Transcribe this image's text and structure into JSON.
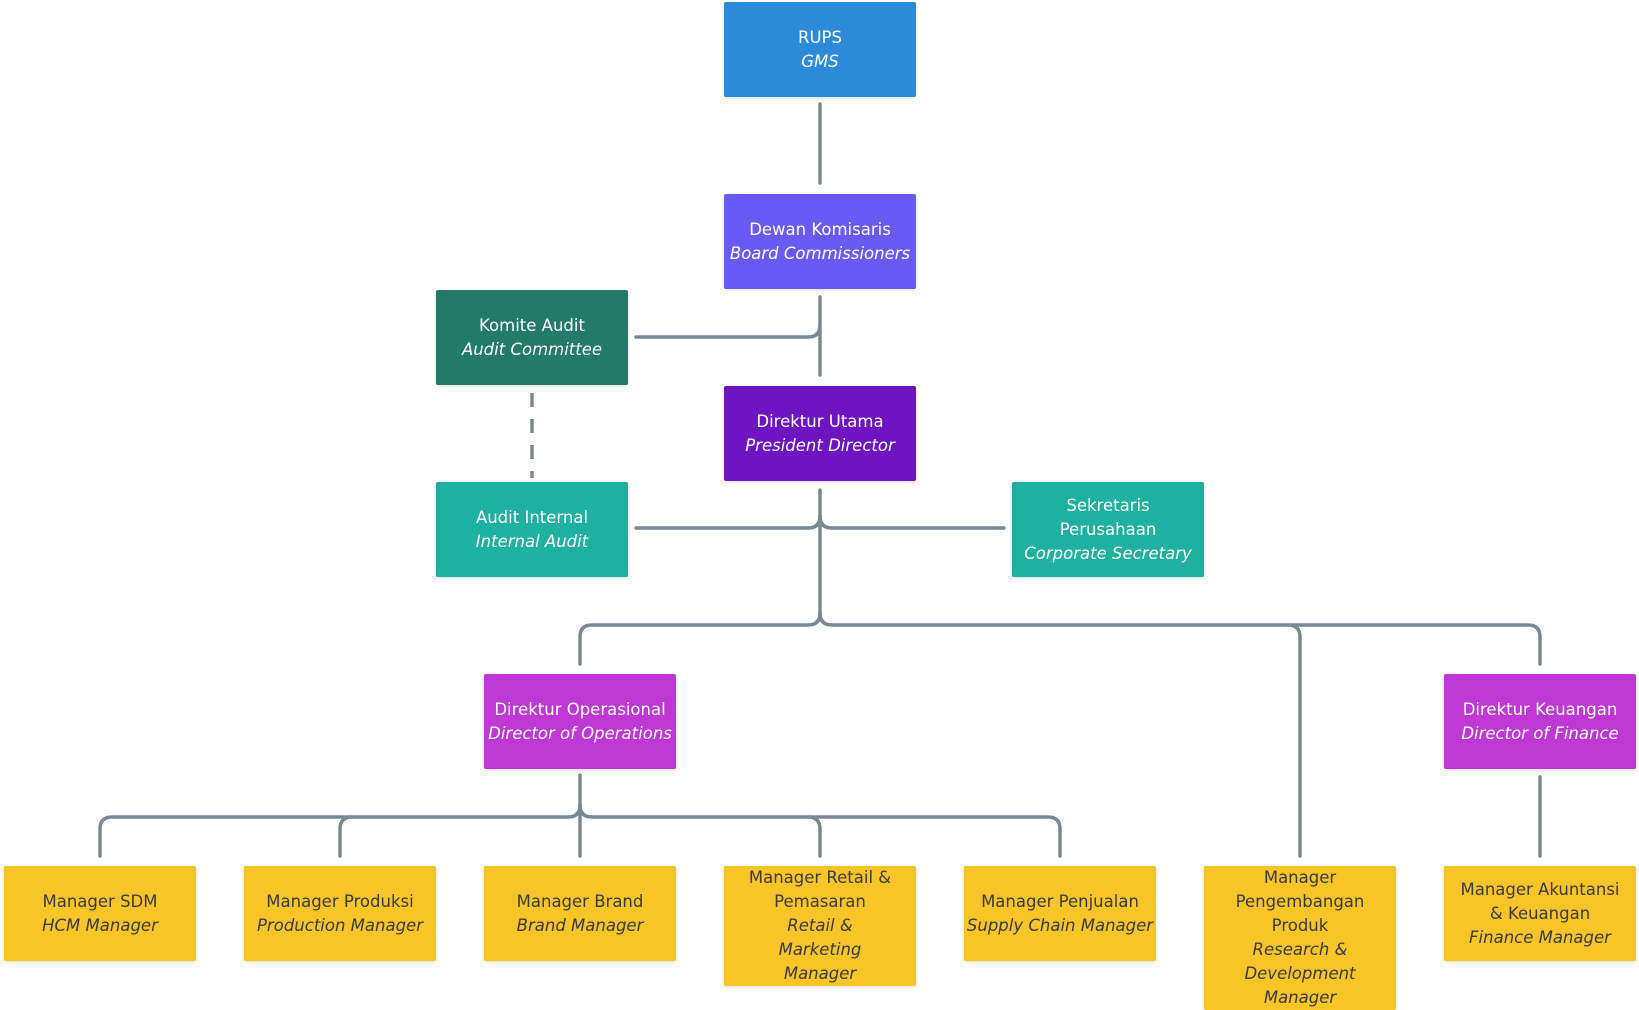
{
  "nodes": {
    "rups": {
      "label_id": "RUPS",
      "label_en": "GMS"
    },
    "board": {
      "label_id": "Dewan Komisaris",
      "label_en": "Board Commissioners"
    },
    "audit_committee": {
      "label_id": "Komite Audit",
      "label_en": "Audit Committee"
    },
    "president": {
      "label_id": "Direktur Utama",
      "label_en": "President Director"
    },
    "internal_audit": {
      "label_id": "Audit Internal",
      "label_en": "Internal Audit"
    },
    "secretary": {
      "label_id": "Sekretaris Perusahaan",
      "label_en": "Corporate Secretary"
    },
    "dir_ops": {
      "label_id": "Direktur Operasional",
      "label_en": "Director of Operations"
    },
    "dir_fin": {
      "label_id": "Direktur Keuangan",
      "label_en": "Director of Finance"
    },
    "mgr_sdm": {
      "label_id": "Manager SDM",
      "label_en": "HCM Manager"
    },
    "mgr_prod": {
      "label_id": "Manager Produksi",
      "label_en": "Production Manager"
    },
    "mgr_brand": {
      "label_id": "Manager Brand",
      "label_en": "Brand Manager"
    },
    "mgr_retail": {
      "label_id": "Manager Retail & Pemasaran",
      "label_en": "Retail & Marketing Manager"
    },
    "mgr_sales": {
      "label_id": "Manager Penjualan",
      "label_en": "Supply Chain Manager"
    },
    "mgr_rnd": {
      "label_id": "Manager Pengembangan Produk",
      "label_en": "Research & Development Manager"
    },
    "mgr_acct": {
      "label_id": "Manager Akuntansi & Keuangan",
      "label_en": "Finance Manager"
    }
  },
  "colors": {
    "rups": "#2b8ad9",
    "board": "#6a5af5",
    "audit_committee": "#227a67",
    "president": "#6e14c2",
    "support_units": "#1eb0a0",
    "directors": "#bf37d5",
    "managers": "#f7c526",
    "connector": "#7a8896"
  }
}
